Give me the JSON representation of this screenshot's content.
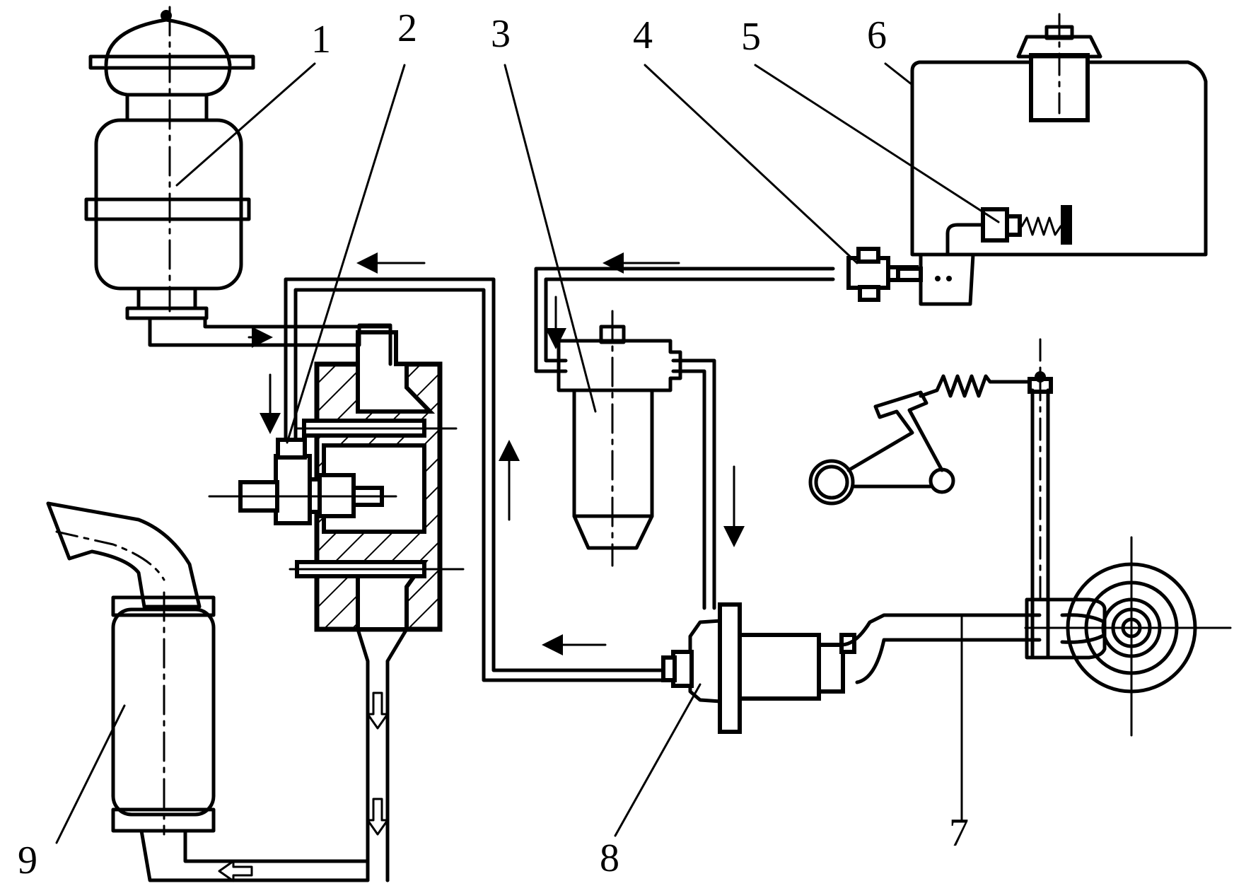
{
  "labels": [
    {
      "id": "1",
      "text": "1"
    },
    {
      "id": "2",
      "text": "2"
    },
    {
      "id": "3",
      "text": "3"
    },
    {
      "id": "4",
      "text": "4"
    },
    {
      "id": "5",
      "text": "5"
    },
    {
      "id": "6",
      "text": "6"
    },
    {
      "id": "7",
      "text": "7"
    },
    {
      "id": "8",
      "text": "8"
    },
    {
      "id": "9",
      "text": "9"
    }
  ],
  "colors": {
    "line": "#000000",
    "background": "#ffffff"
  }
}
